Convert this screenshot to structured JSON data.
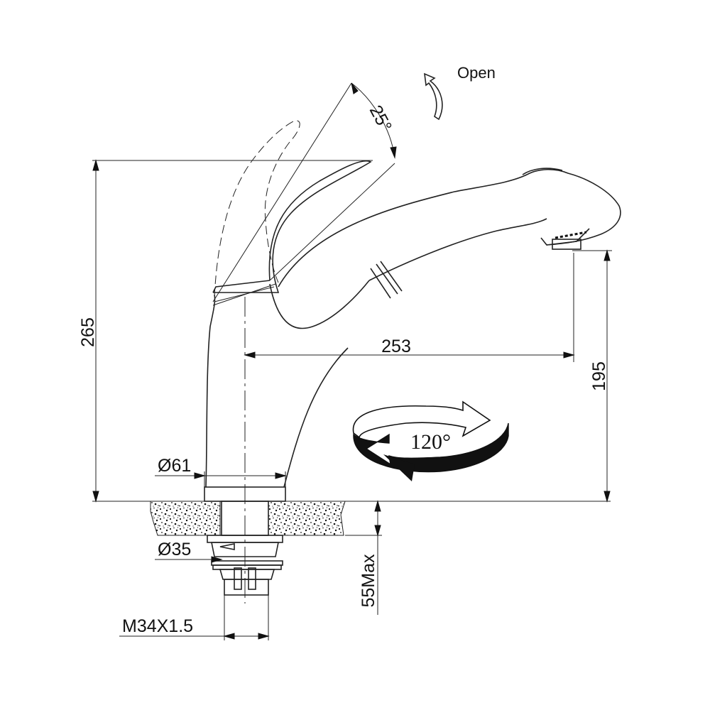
{
  "diagram": {
    "labels": {
      "open": "Open",
      "handle_angle": "25°",
      "height_total": "265",
      "spout_reach": "253",
      "spout_height": "195",
      "swivel_angle": "120°",
      "base_diameter": "Ø61",
      "shank_diameter": "Ø35",
      "mount_thickness": "55Max",
      "thread": "M34X1.5"
    },
    "colors": {
      "line": "#222222",
      "text": "#111111",
      "background": "#ffffff"
    }
  }
}
